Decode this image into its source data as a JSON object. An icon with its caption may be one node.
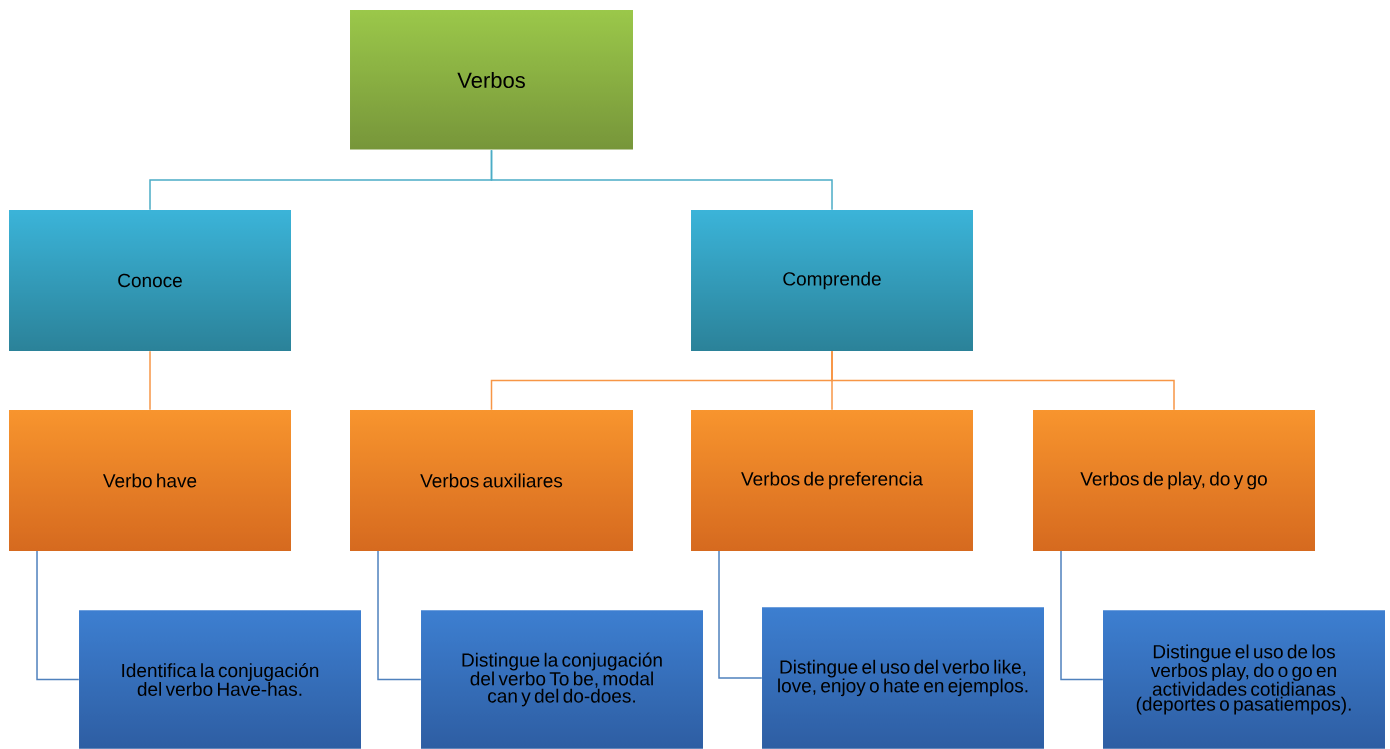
{
  "diagram": {
    "nodes": [
      {
        "text": [
          "Verbos"
        ]
      },
      {
        "text": [
          "Conoce"
        ]
      },
      {
        "text": [
          "Comprende"
        ]
      },
      {
        "text": [
          "Verbo have"
        ]
      },
      {
        "text": [
          "Verbos auxiliares"
        ]
      },
      {
        "text": [
          "Verbos de preferencia"
        ]
      },
      {
        "text": [
          "Verbos de play, do y go"
        ]
      },
      {
        "text": [
          "Identifica la conjugación del verbo Have-has."
        ]
      },
      {
        "text": [
          "Distingue la conjugación del verbo To be, modal can y del do-does."
        ]
      },
      {
        "text": [
          "Distingue el uso del verbo like, love, enjoy o hate en ejemplos."
        ]
      },
      {
        "text": [
          "Distingue el uso de los verbos play, do o go en actividades cotidianas (deportes o pasatiempos)."
        ]
      }
    ],
    "edges": [
      {
        "from": 0,
        "to": 1,
        "arrow": "none",
        "color": "#4bacc6"
      },
      {
        "from": 0,
        "to": 2,
        "arrow": "none",
        "color": "#4bacc6"
      },
      {
        "from": 1,
        "to": 3,
        "arrow": "none",
        "color": "#f79646"
      },
      {
        "from": 2,
        "to": 4,
        "arrow": "none",
        "color": "#f79646"
      },
      {
        "from": 2,
        "to": 5,
        "arrow": "none",
        "color": "#f79646"
      },
      {
        "from": 2,
        "to": 6,
        "arrow": "none",
        "color": "#f79646"
      },
      {
        "from": 3,
        "to": 7,
        "arrow": "none",
        "color": "#4f81bd"
      },
      {
        "from": 4,
        "to": 8,
        "arrow": "none",
        "color": "#4f81bd"
      },
      {
        "from": 5,
        "to": 9,
        "arrow": "none",
        "color": "#4f81bd"
      },
      {
        "from": 6,
        "to": 10,
        "arrow": "none",
        "color": "#4f81bd"
      }
    ]
  }
}
